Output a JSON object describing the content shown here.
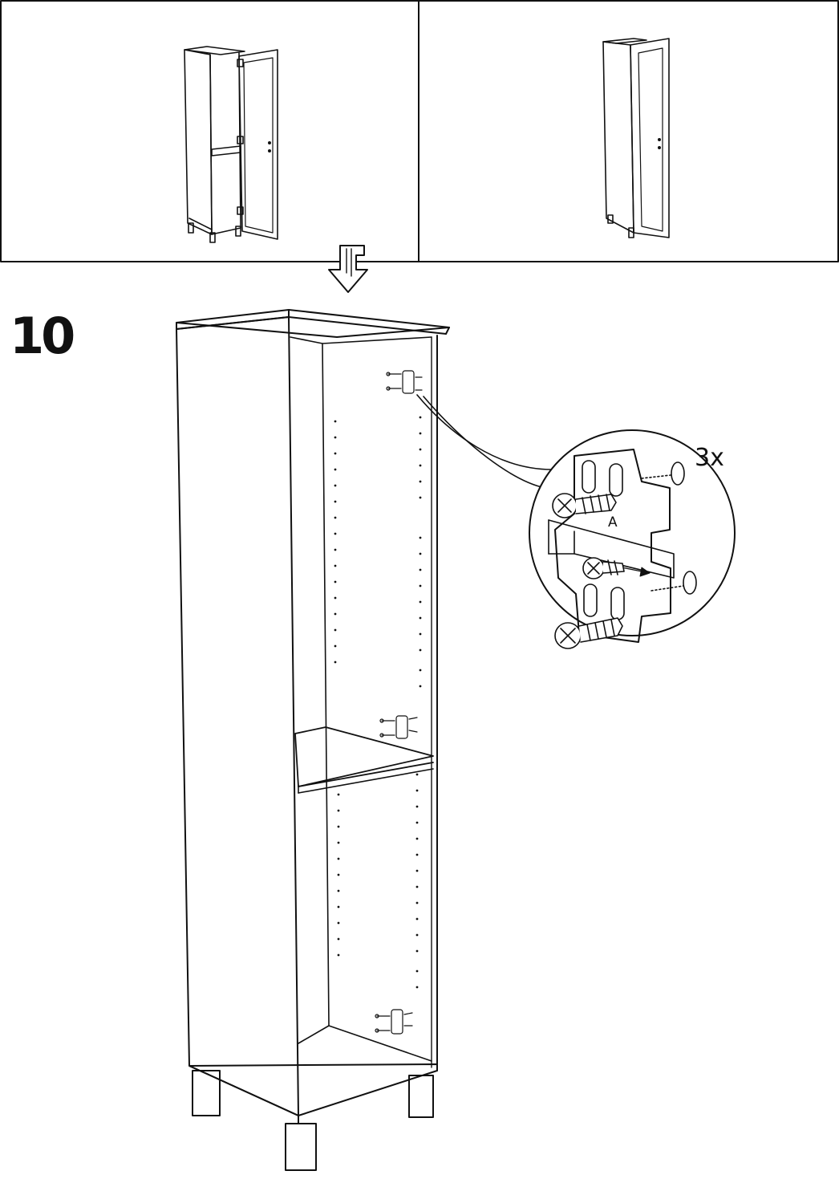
{
  "step": {
    "number": "10"
  },
  "detail": {
    "quantity": "3x",
    "part_label": "A"
  },
  "colors": {
    "line": "#111111",
    "background": "#ffffff"
  },
  "icons": {
    "arrow": "hollow-down-arrow-icon",
    "screw": "screw-icon",
    "hinge": "hinge-plate-icon"
  }
}
